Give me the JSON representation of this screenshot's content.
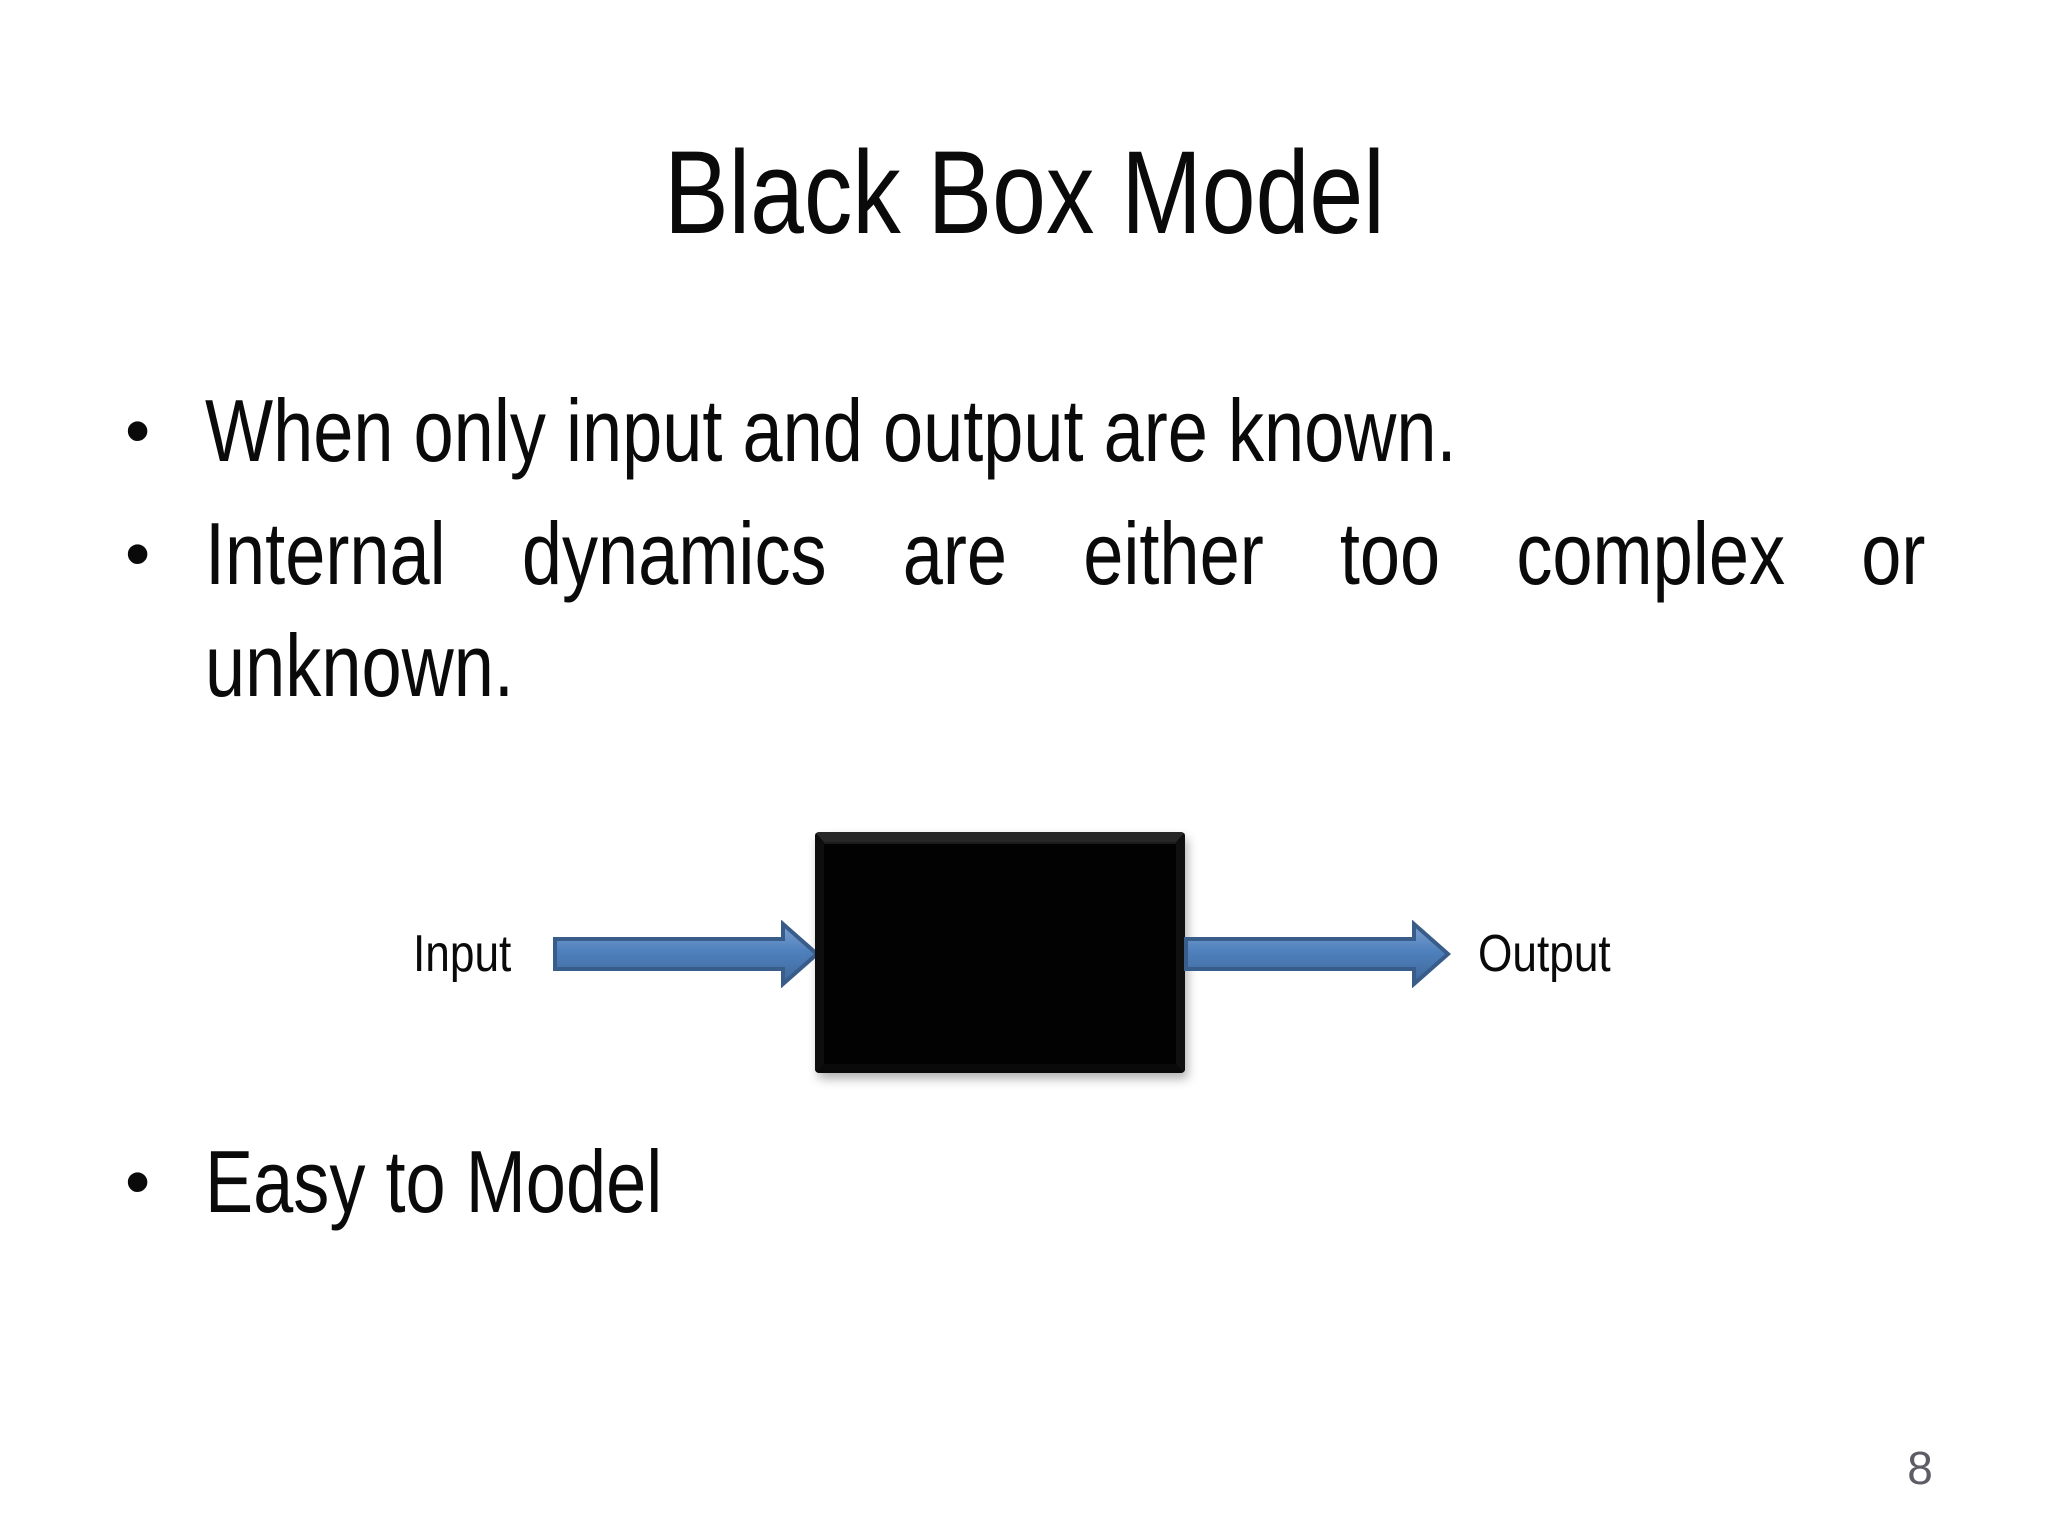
{
  "slide": {
    "title": "Black Box Model",
    "bullet_marker": "•",
    "bullets": {
      "b1": "When only input and output are known.",
      "b2_line1": "Internal dynamics are either too complex or",
      "b2_line2": "unknown.",
      "b3": "Easy to Model"
    }
  },
  "diagram": {
    "input_label": "Input",
    "output_label": "Output",
    "box_color": "#000000",
    "arrow_fill": "#4f81bd",
    "arrow_fill_light": "#7da0cf",
    "arrow_fill_dark": "#3f6699",
    "arrow_border": "#385d8a"
  },
  "footer": {
    "page_number": "8",
    "page_number_color": "#5d5d66"
  }
}
